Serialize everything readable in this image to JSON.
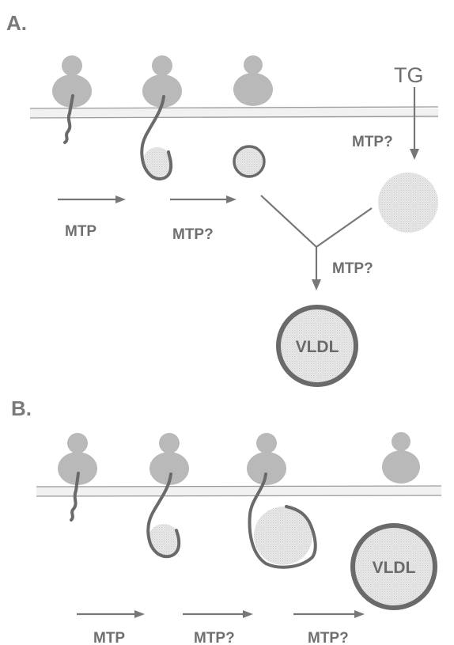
{
  "panel_a": {
    "label": "A.",
    "tg_label": "TG",
    "arrow_labels": [
      "MTP",
      "MTP?"
    ],
    "tg_arrow_label": "MTP?",
    "merge_arrow_label": "MTP?",
    "product_label": "VLDL"
  },
  "panel_b": {
    "label": "B.",
    "arrow_labels": [
      "MTP",
      "MTP?",
      "MTP?"
    ],
    "product_label": "VLDL"
  },
  "colors": {
    "ribosome": "#b9b9b9",
    "chain": "#6a6a6a",
    "arrow": "#777777",
    "label": "#6f6f6f"
  }
}
